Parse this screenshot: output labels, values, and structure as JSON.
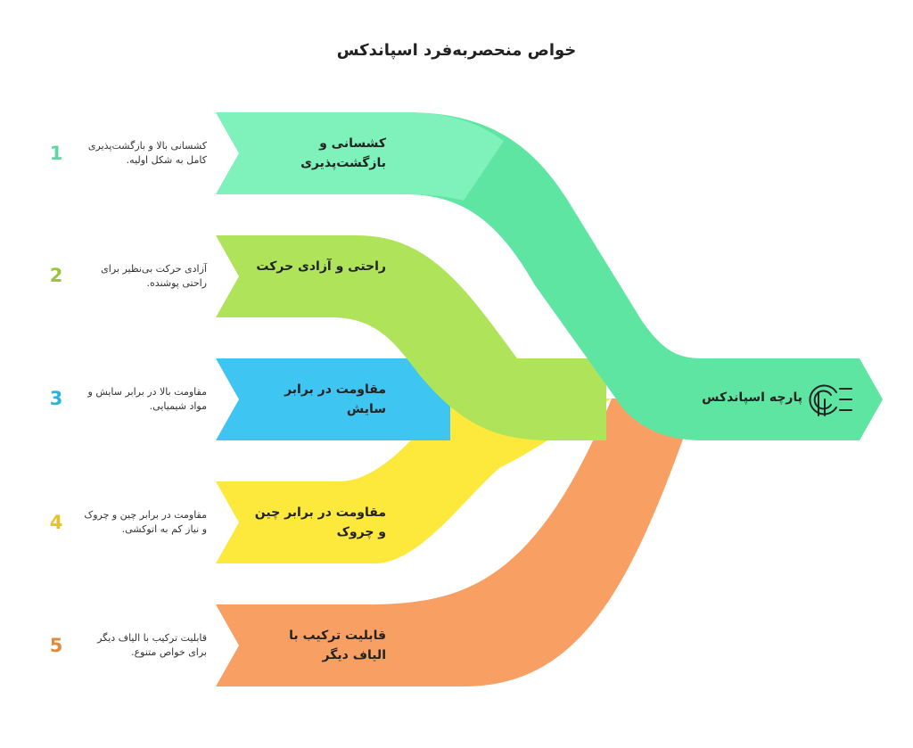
{
  "title": "خواص منحصربه‌فرد اسپاندکس",
  "colors": {
    "band1": "#7ef2ba",
    "band2": "#aee35a",
    "band3": "#3fc5f2",
    "band4": "#fde93c",
    "band5": "#f8a063",
    "output": "#5fe5a2",
    "num1": "#5dd9a0",
    "num2": "#9cc63a",
    "num3": "#2bb4d8",
    "num4": "#e6c324",
    "num5": "#e08a3c"
  },
  "output": {
    "label": "پارچه اسپاندکس",
    "icon": "fabric-fingerprint-icon"
  },
  "items": [
    {
      "number": "1",
      "label": "کشسانی و بازگشت‌پذیری",
      "description": "کشسانی بالا و بازگشت‌پذیری کامل به شکل اولیه."
    },
    {
      "number": "2",
      "label": "راحتی و آزادی حرکت",
      "description": "آزادی حرکت بی‌نظیر برای راحتی پوشنده."
    },
    {
      "number": "3",
      "label": "مقاومت در برابر سایش",
      "description": "مقاومت بالا در برابر سایش و مواد شیمیایی."
    },
    {
      "number": "4",
      "label": "مقاومت در برابر چین و چروک",
      "description": "مقاومت در برابر چین و چروک و نیاز کم به اتوکشی."
    },
    {
      "number": "5",
      "label": "قابلیت ترکیب با الیاف دیگر",
      "description": "قابلیت ترکیب با الیاف دیگر برای خواص متنوع."
    }
  ]
}
